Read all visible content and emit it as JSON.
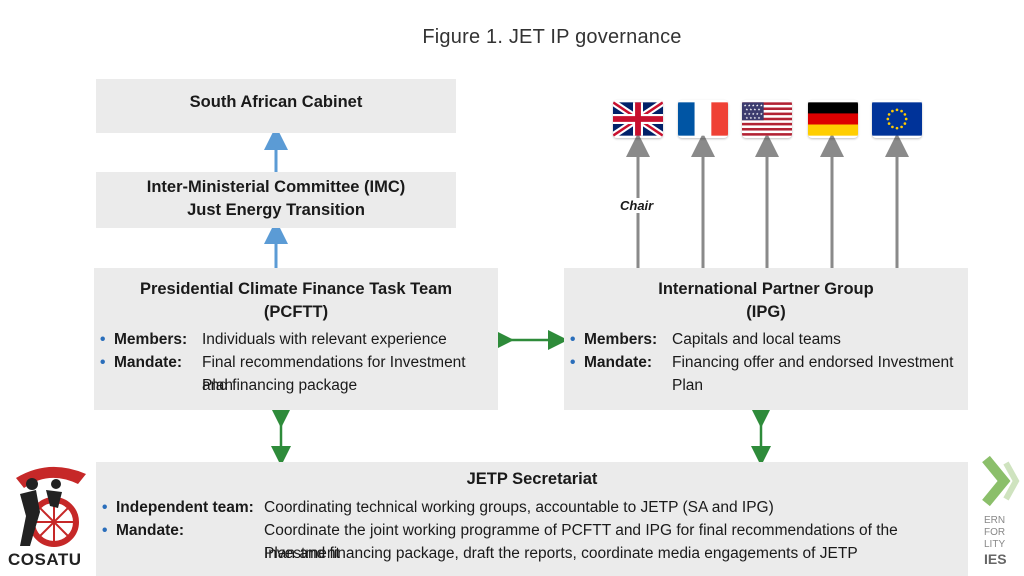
{
  "title": "Figure 1.  JET IP governance",
  "cabinet": {
    "title": "South African Cabinet"
  },
  "imc": {
    "line1": "Inter-Ministerial Committee (IMC)",
    "line2": "Just Energy Transition"
  },
  "pcftt": {
    "line1": "Presidential Climate Finance Task Team",
    "line2": "(PCFTT)",
    "rows": [
      {
        "label": "Members:",
        "value": "Individuals with relevant experience"
      },
      {
        "label": "Mandate:",
        "value": "Final recommendations for Investment Plan",
        "value2": "and financing package"
      }
    ]
  },
  "ipg": {
    "line1": "International Partner Group",
    "line2": "(IPG)",
    "rows": [
      {
        "label": "Members:",
        "value": "Capitals and local teams"
      },
      {
        "label": "Mandate:",
        "value": "Financing offer and endorsed Investment",
        "value2": "Plan"
      }
    ]
  },
  "chair_label": "Chair",
  "flags": [
    "uk-flag",
    "france-flag",
    "usa-flag",
    "germany-flag",
    "eu-flag"
  ],
  "secretariat": {
    "title": "JETP Secretariat",
    "rows": [
      {
        "label": "Independent team:",
        "value": "Coordinating technical working groups, accountable to JETP (SA and IPG)"
      },
      {
        "label": "Mandate:",
        "value": "Coordinate the joint working programme of PCFTT and IPG for final recommendations of the Investment",
        "value2": "Plan and financing package, draft the reports, coordinate media engagements of JETP"
      }
    ]
  },
  "logos": {
    "left_text": "COSATU",
    "right_text_1": "ERN",
    "right_text_2": "FOR",
    "right_text_3": "LITY",
    "right_text_4": "IES"
  },
  "colors": {
    "box": "#ebebeb",
    "arrow_blue": "#5b9bd5",
    "arrow_green": "#2e8b3a",
    "arrow_gray": "#8a8a8a",
    "bullet": "#2a6ebb"
  }
}
